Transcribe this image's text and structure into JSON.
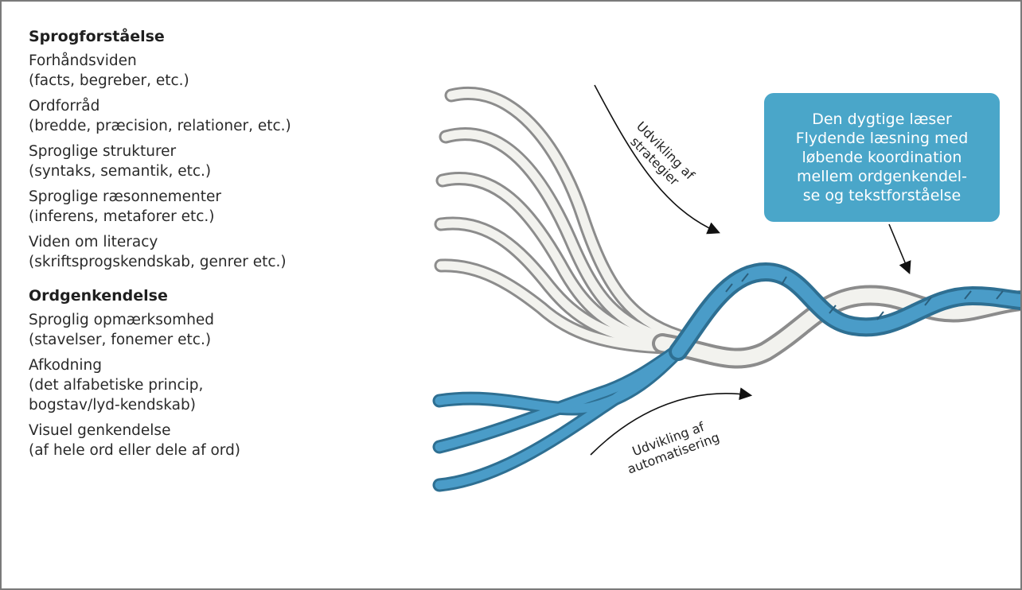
{
  "comprehension": {
    "title": "Sprogforståelse",
    "items": [
      {
        "name": "Forhåndsviden",
        "detail": "(facts, begreber, etc.)"
      },
      {
        "name": "Ordforråd",
        "detail": "(bredde, præcision, relationer, etc.)"
      },
      {
        "name": "Sproglige strukturer",
        "detail": "(syntaks, semantik, etc.)"
      },
      {
        "name": "Sproglige ræsonnementer",
        "detail": "(inferens, metaforer etc.)"
      },
      {
        "name": "Viden om literacy",
        "detail": "(skriftsprogskendskab, genrer etc.)"
      }
    ]
  },
  "recognition": {
    "title": "Ordgenkendelse",
    "items": [
      {
        "name": "Sproglig opmærksomhed",
        "detail": "(stavelser, fonemer etc.)"
      },
      {
        "name": "Afkodning",
        "detail": "(det alfabetiske princip,",
        "detail2": "bogstav/lyd-kendskab)"
      },
      {
        "name": "Visuel genkendelse",
        "detail": "(af hele ord eller dele af ord)"
      }
    ]
  },
  "callout": {
    "lines": [
      "Den dygtige læser",
      "Flydende læsning med",
      "løbende koordination",
      "mellem ordgenkendel-",
      "se og tekstforståelse"
    ]
  },
  "labels": {
    "strategies": [
      "Udvikling af",
      "strategier"
    ],
    "automatization": [
      "Udvikling af",
      "automatisering"
    ]
  },
  "colors": {
    "blue_strand": "#4a9cc8",
    "white_strand": "#f2f2ee",
    "callout_bg": "#4aa6c9",
    "frame": "#7a7a7a"
  }
}
